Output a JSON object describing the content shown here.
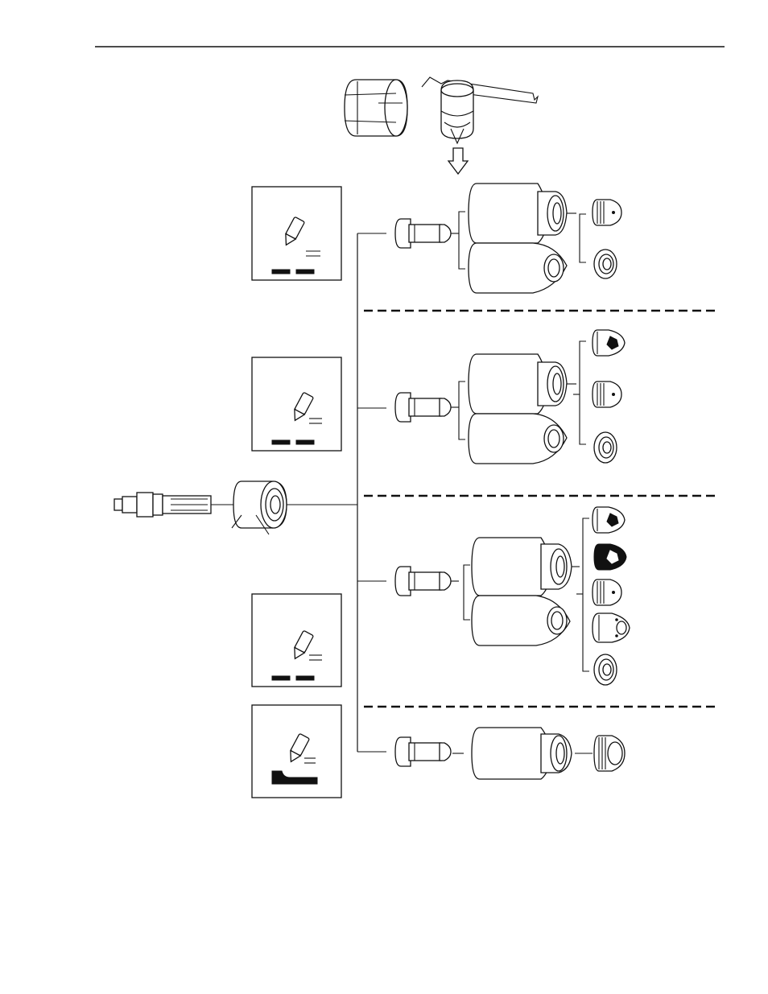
{
  "page": {
    "domain": "Diagram",
    "text_labels": []
  },
  "figure": {
    "icons": {
      "header_rule": "horizontal-rule",
      "ohmic_ring": "cylindrical-ring-icon",
      "retaining_clip": "retaining-clip-icon",
      "install_arrow": "down-arrow-icon",
      "torch": "torch-icon",
      "mode_panel": "cutting-mode-pictogram",
      "gouge_panel": "gouging-mode-pictogram",
      "swirl_ring": "swirl-ring-icon",
      "retaining_cap": "retaining-cap-icon",
      "shield": "shield-icon",
      "deflector": "deflector-icon",
      "nozzle": "nozzle-icon"
    },
    "line_color": "#111111",
    "background": "#ffffff"
  }
}
